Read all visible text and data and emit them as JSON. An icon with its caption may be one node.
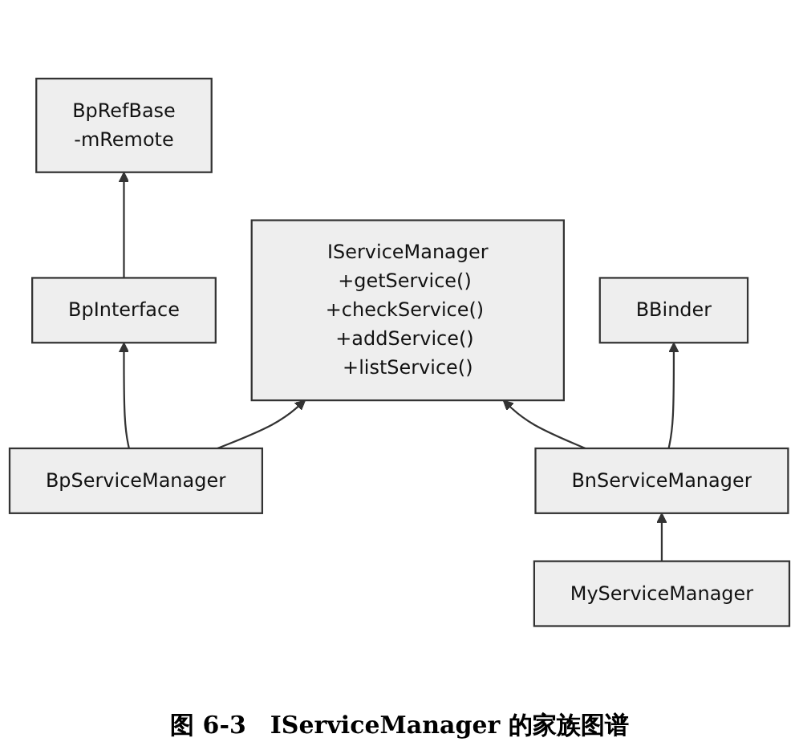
{
  "diagram": {
    "caption": "图 6-3　IServiceManager 的家族图谱",
    "nodes": [
      {
        "text": [
          "BpRefBase",
          "-mRemote"
        ]
      },
      {
        "text": [
          "IServiceManager",
          "+getService() +checkService() +addService() +listService()"
        ]
      },
      {
        "text": [
          "BBinder"
        ]
      },
      {
        "text": [
          "BpInterface"
        ]
      },
      {
        "text": [
          "BpServiceManager"
        ]
      },
      {
        "text": [
          "BnServiceManager"
        ]
      },
      {
        "text": [
          "MyServiceManager"
        ]
      }
    ],
    "edges": [
      {
        "from": 3,
        "to": 0,
        "arrow": "to"
      },
      {
        "from": 4,
        "to": 3,
        "arrow": "to"
      },
      {
        "from": 4,
        "to": 1,
        "arrow": "to"
      },
      {
        "from": 5,
        "to": 1,
        "arrow": "to"
      },
      {
        "from": 5,
        "to": 2,
        "arrow": "to"
      },
      {
        "from": 6,
        "to": 5,
        "arrow": "to"
      }
    ]
  }
}
